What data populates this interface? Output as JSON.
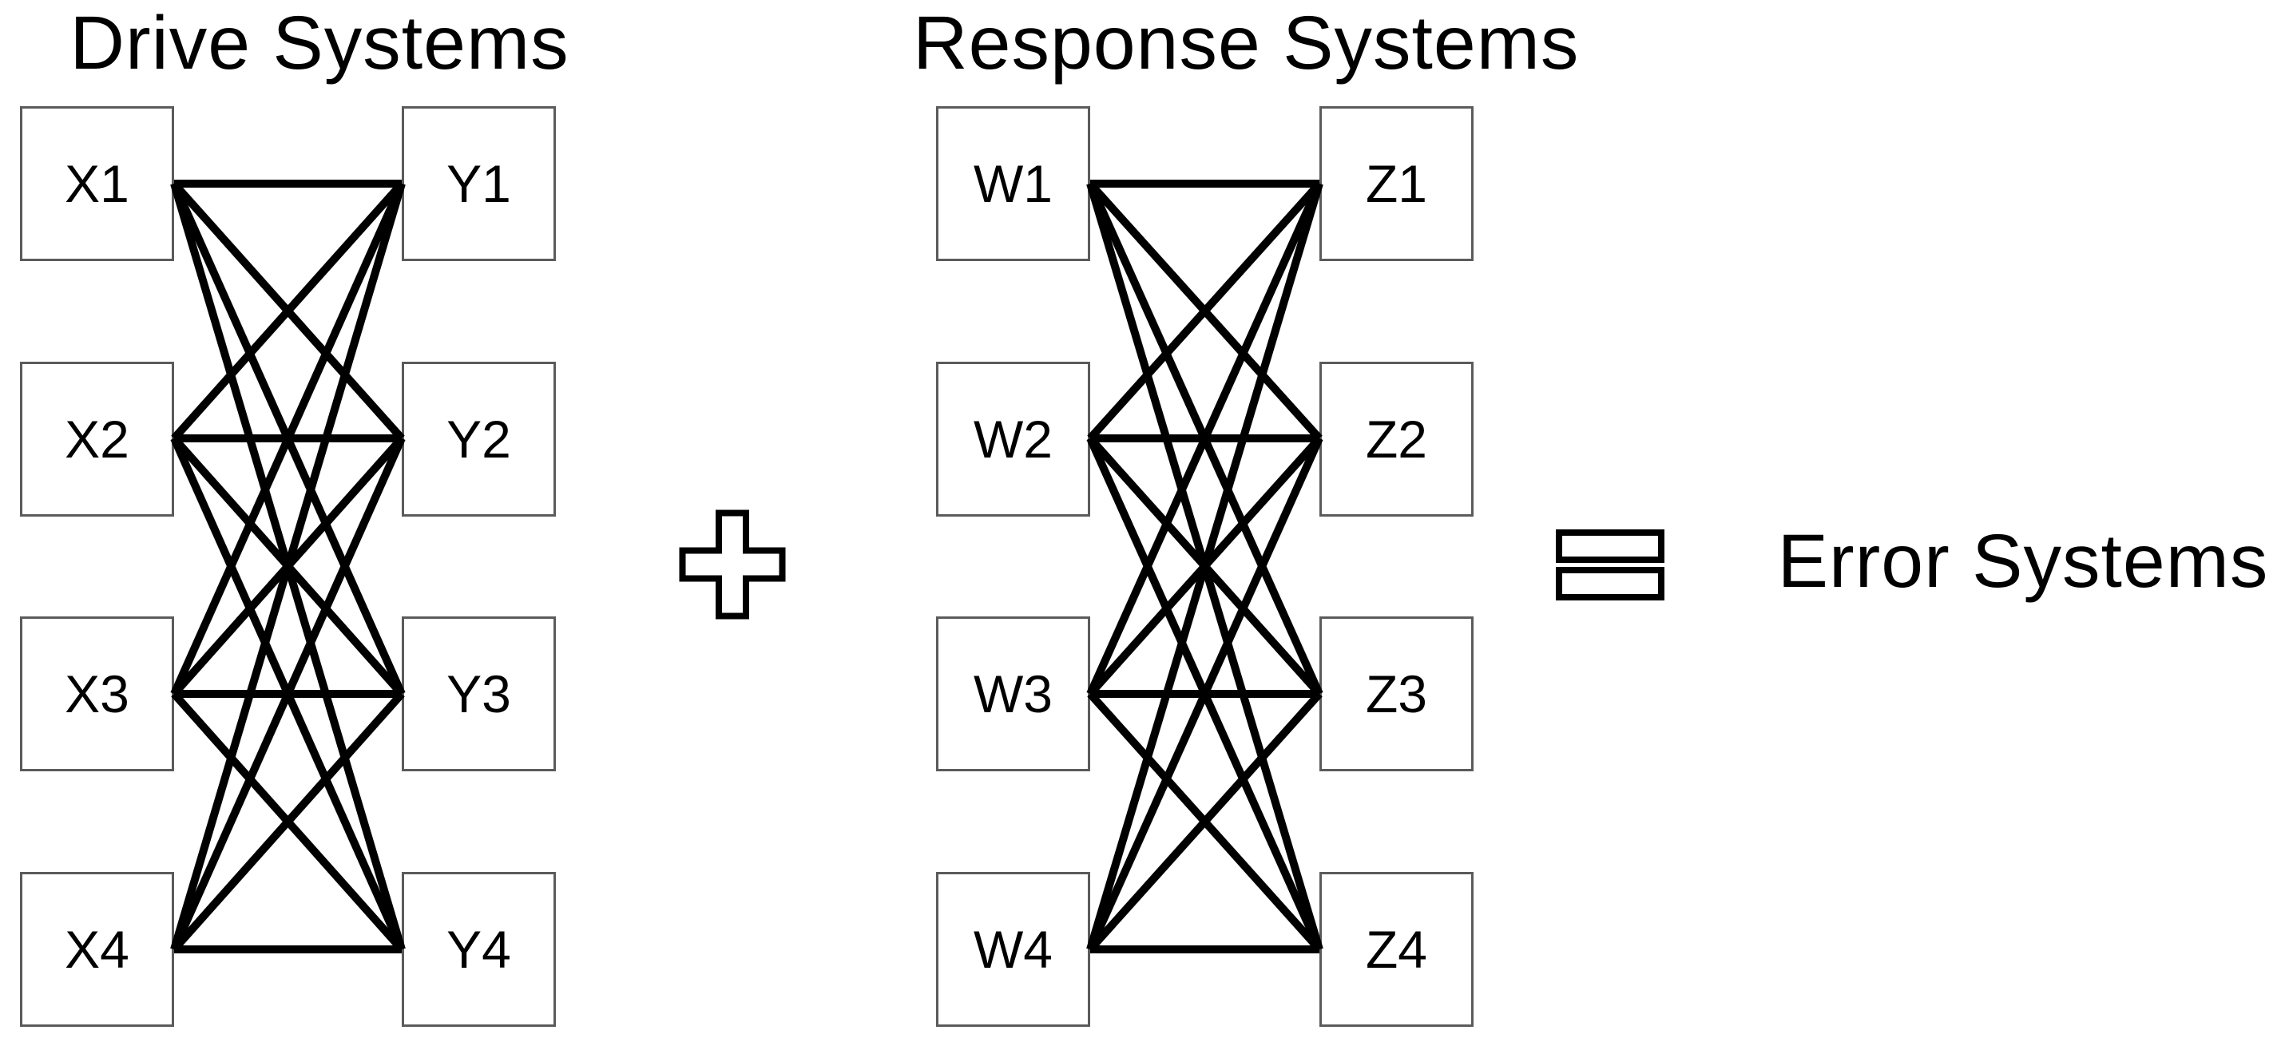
{
  "diagram": {
    "groups": [
      {
        "title": "Drive Systems",
        "left_nodes": [
          "X1",
          "X2",
          "X3",
          "X4"
        ],
        "right_nodes": [
          "Y1",
          "Y2",
          "Y3",
          "Y4"
        ],
        "connectivity": "complete-bipartite"
      },
      {
        "title": "Response Systems",
        "left_nodes": [
          "W1",
          "W2",
          "W3",
          "W4"
        ],
        "right_nodes": [
          "Z1",
          "Z2",
          "Z3",
          "Z4"
        ],
        "connectivity": "complete-bipartite"
      }
    ],
    "operators": [
      {
        "icon": "plus-icon",
        "symbol": "+"
      },
      {
        "icon": "equals-icon",
        "symbol": "="
      }
    ],
    "result_label": "Error Systems",
    "colors": {
      "edge": "#000000",
      "box_border": "#5b5b5b",
      "box_fill": "#ffffff",
      "text": "#000000",
      "background": "#ffffff"
    }
  }
}
